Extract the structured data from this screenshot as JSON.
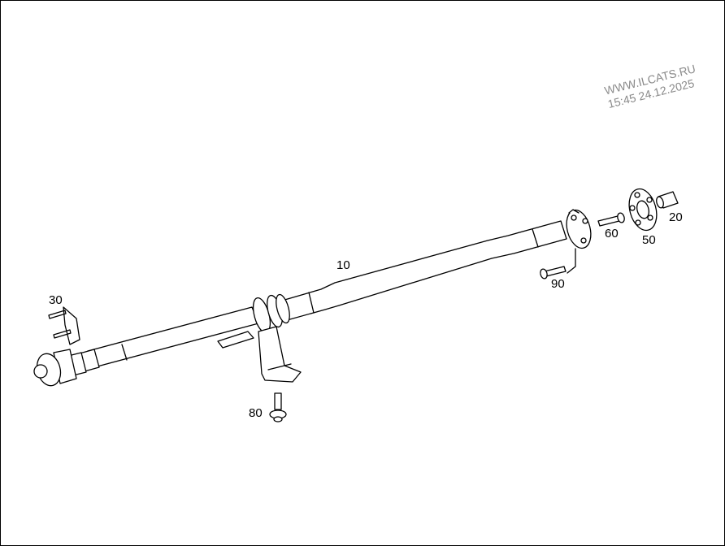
{
  "diagram": {
    "callouts": {
      "shaft": "10",
      "sleeve": "20",
      "bolts_left": "30",
      "flex_disc": "50",
      "bolt_60": "60",
      "bolt_80": "80",
      "bolt_90": "90"
    }
  },
  "watermark": {
    "line1": "WWW.ILCATS.RU",
    "line2": "15:45 24.12.2025"
  }
}
